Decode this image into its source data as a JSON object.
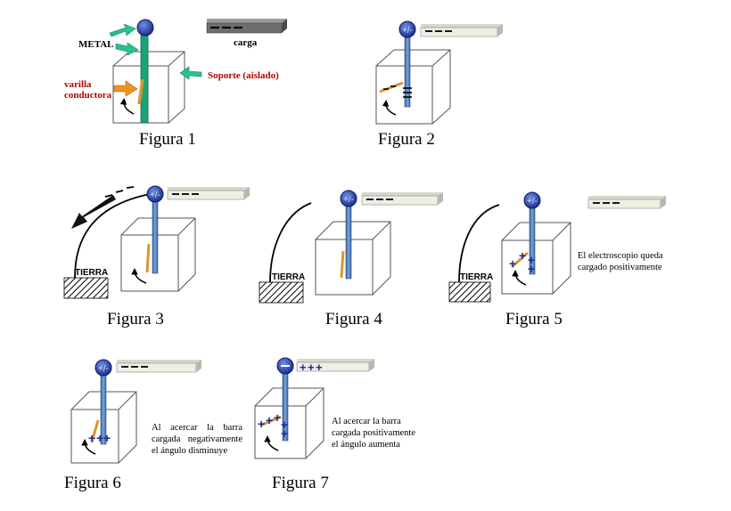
{
  "labels": {
    "metal": "METAL",
    "carga": "carga",
    "varilla": "varilla",
    "conductora": "conductora",
    "soporte": "Soporte (aislado)",
    "tierra": "TIERRA"
  },
  "captions": [
    "Figura 1",
    "Figura 2",
    "Figura 3",
    "Figura 4",
    "Figura 5",
    "Figura 6",
    "Figura 7"
  ],
  "notes": {
    "fig5": "El electroscopio queda cargado positivamente",
    "fig6": "Al acercar la barra cargada negativamente el ángulo disminuye",
    "fig7": "Al acercar la barra cargada positivamente el ángulo aumenta"
  },
  "colors": {
    "support": "#1aa37a",
    "stem": "#4a78b5",
    "ball": "#2a3fa6",
    "rod": "#d9962f",
    "bar_light": "#efeee4",
    "bar_dark": "#6e6e6e",
    "arrow_green": "#2cbf8a",
    "arrow_orange": "#f0921e",
    "charge": "#1a2a9a"
  }
}
